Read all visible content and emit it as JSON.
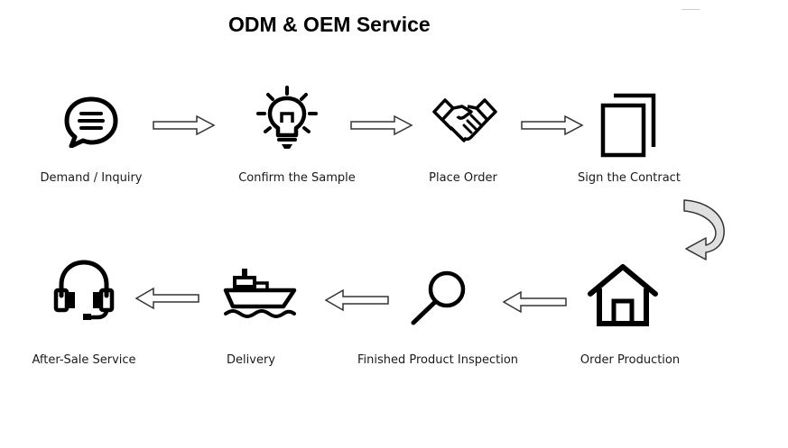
{
  "title": "ODM & OEM Service",
  "steps": [
    {
      "label": "Demand / Inquiry",
      "icon": "chat-bubble-icon"
    },
    {
      "label": "Confirm the Sample",
      "icon": "lightbulb-icon"
    },
    {
      "label": "Place Order",
      "icon": "handshake-icon"
    },
    {
      "label": "Sign the Contract",
      "icon": "documents-icon"
    },
    {
      "label": "Order Production",
      "icon": "house-icon"
    },
    {
      "label": "Finished Product Inspection",
      "icon": "magnifier-icon"
    },
    {
      "label": "Delivery",
      "icon": "ship-icon"
    },
    {
      "label": "After-Sale Service",
      "icon": "headset-icon"
    }
  ],
  "colors": {
    "icon": "#000000",
    "arrow_stroke": "#333333",
    "curved_arrow_fill": "#e0e0e0"
  }
}
